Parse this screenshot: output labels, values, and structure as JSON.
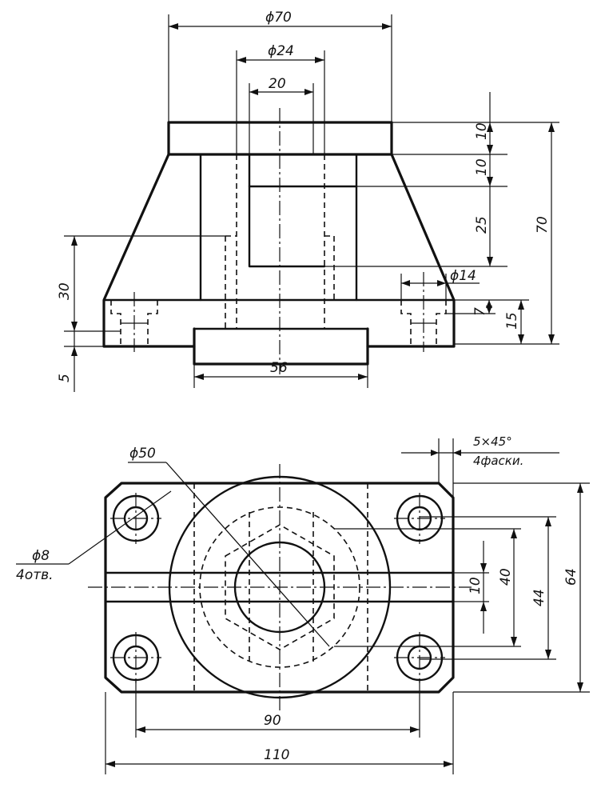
{
  "front_view": {
    "dims": {
      "d70": "ϕ70",
      "d24": "ϕ24",
      "w20": "20",
      "h10a": "10",
      "h10b": "10",
      "h25": "25",
      "h70": "70",
      "d14": "ϕ14",
      "h7": "7",
      "h15": "15",
      "h30": "30",
      "h5": "5",
      "w56": "56"
    }
  },
  "top_view": {
    "dims": {
      "d50": "ϕ50",
      "d8": "ϕ8",
      "holes": "4отв.",
      "chamfer": "5×45°",
      "chamfer_note": "4фаски.",
      "w10": "10",
      "w40": "40",
      "w44": "44",
      "w64": "64",
      "w90": "90",
      "w110": "110"
    }
  }
}
